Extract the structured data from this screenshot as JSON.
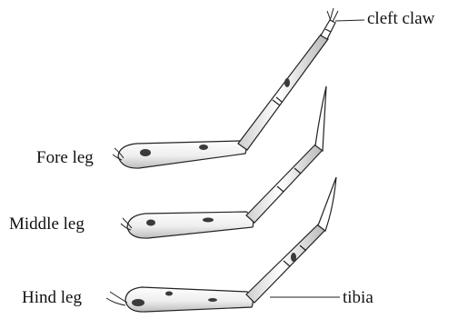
{
  "labels": {
    "cleft_claw": "cleft claw",
    "fore_leg": "Fore leg",
    "middle_leg": "Middle leg",
    "hind_leg": "Hind leg",
    "tibia": "tibia"
  },
  "colors": {
    "ink": "#222222",
    "segment_fill": "#f0f0f0",
    "spot": "#3a3a3a"
  }
}
